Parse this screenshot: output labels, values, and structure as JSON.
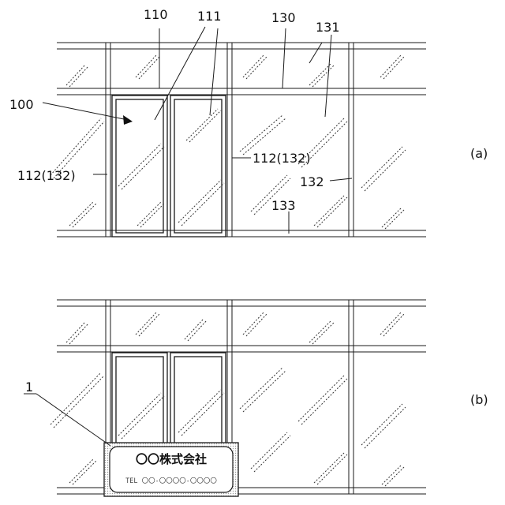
{
  "labels": {
    "n110": "110",
    "n111": "111",
    "n130": "130",
    "n131": "131",
    "n100": "100",
    "n112_left": "112(132)",
    "n112_mid": "112(132)",
    "n132": "132",
    "n133": "133",
    "n1": "1",
    "panel_a": "(a)",
    "panel_b": "(b)"
  },
  "sign": {
    "company": "〇〇株式会社",
    "tel": "TEL 〇〇-〇〇〇〇-〇〇〇〇"
  }
}
